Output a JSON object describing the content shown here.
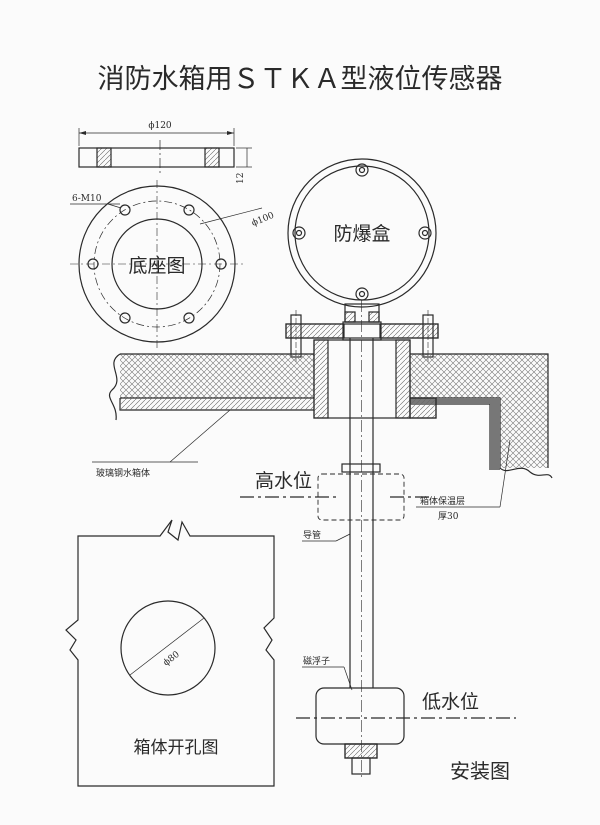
{
  "title": "消防水箱用ＳＴＫＡ型液位传感器",
  "dimensions": {
    "flange_width": "ϕ120",
    "flange_thickness": "12",
    "bolt_spec": "6-M10",
    "bolt_circle": "ϕ100",
    "hole_diameter": "ϕ80"
  },
  "labels": {
    "base_view": "底座图",
    "explosion_box": "防爆盒",
    "tank_wall": "玻璃钢水箱体",
    "high_level": "高水位",
    "insulation": "箱体保温层",
    "insulation_thickness": "厚30",
    "guide_tube": "导管",
    "float": "磁浮子",
    "low_level": "低水位",
    "cutout_view": "箱体开孔图",
    "install_view": "安装图"
  },
  "colors": {
    "ink": "#2a2a2a",
    "paper": "#fbfbfb",
    "hatch": "#6a6a6a"
  }
}
